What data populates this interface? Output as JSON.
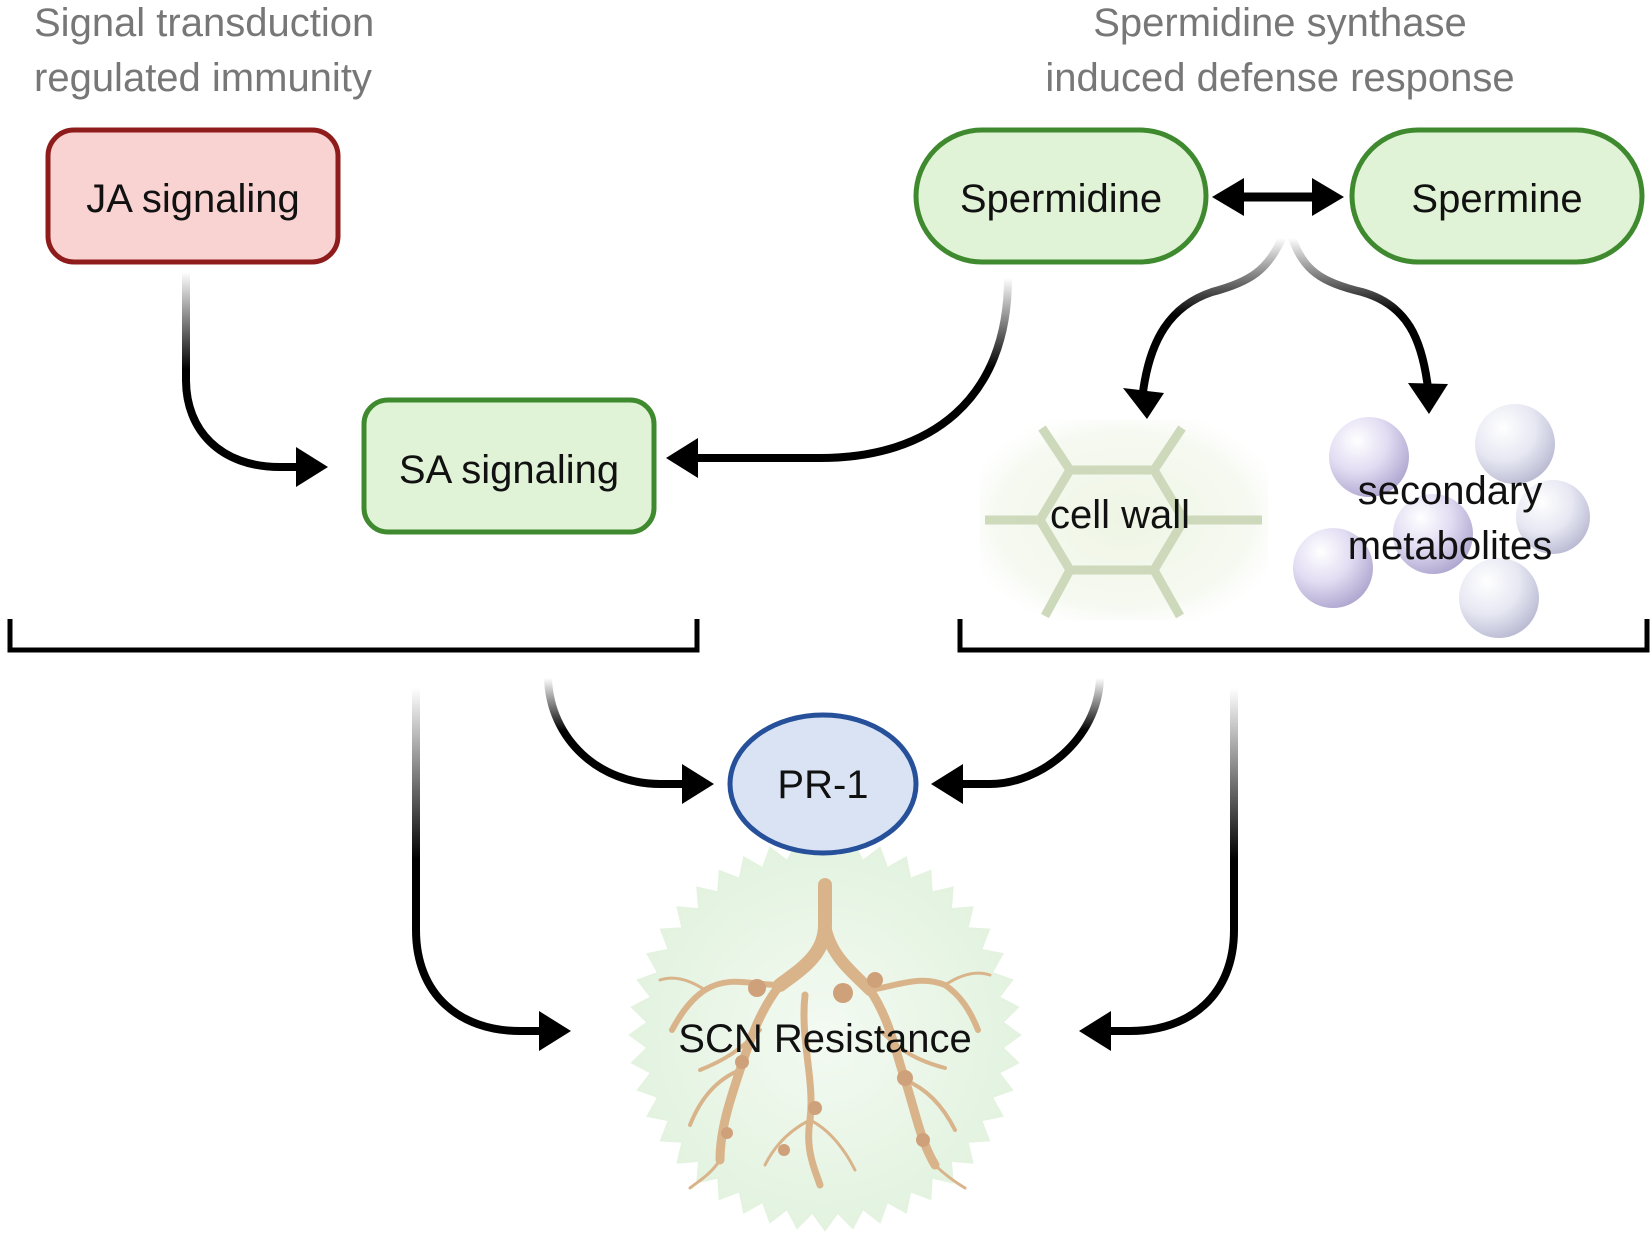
{
  "headings": {
    "left": [
      "Signal transduction",
      "regulated immunity"
    ],
    "right": [
      "Spermidine synthase",
      "induced defense response"
    ]
  },
  "nodes": {
    "ja": "JA signaling",
    "sa": "SA signaling",
    "spermidine": "Spermidine",
    "spermine": "Spermine",
    "pr1": "PR-1"
  },
  "labels": {
    "cell_wall": "cell wall",
    "secondary_metabolites": [
      "secondary",
      "metabolites"
    ],
    "scn_resistance": "SCN Resistance"
  },
  "colors": {
    "ja_fill": "#f9d3d1",
    "ja_stroke": "#8f1c1c",
    "green_fill": "#e1f3d6",
    "green_stroke": "#3f8a2f",
    "pr1_fill": "#d9e3f3",
    "pr1_stroke": "#26509a",
    "heading_text": "#777777",
    "root": "#d9b48a"
  }
}
